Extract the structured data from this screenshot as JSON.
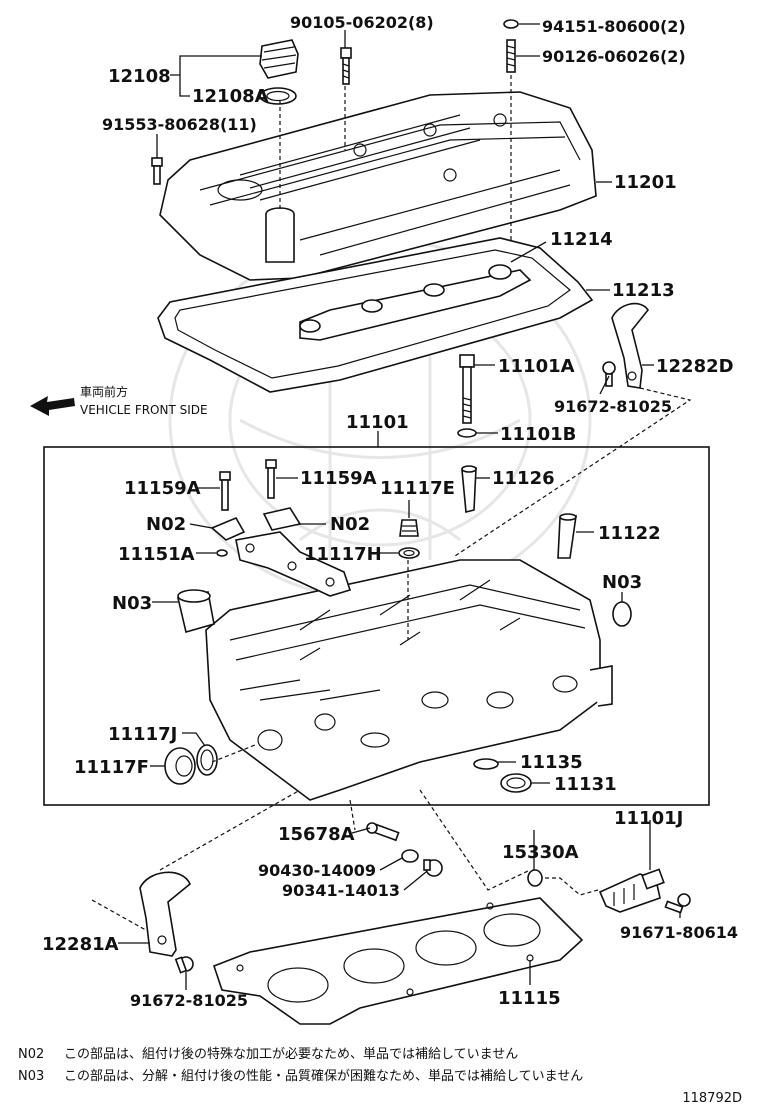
{
  "orientation": {
    "arrow_icon": "arrow-left-icon",
    "jp_label": "車両前方",
    "en_label": "VEHICLE FRONT SIDE"
  },
  "labels": {
    "p90105": "90105-06202(8)",
    "p94151": "94151-80600(2)",
    "p90126": "90126-06026(2)",
    "p12108": "12108",
    "p12108A": "12108A",
    "p91553": "91553-80628(11)",
    "p11201": "11201",
    "p11214": "11214",
    "p11213": "11213",
    "p11101A": "11101A",
    "p12282D": "12282D",
    "p91672_top": "91672-81025",
    "p11101B": "11101B",
    "p11101": "11101",
    "p11159A_left": "11159A",
    "p11159A_right": "11159A",
    "p11117E": "11117E",
    "p11126": "11126",
    "pN02_left": "N02",
    "pN02_right": "N02",
    "p11122": "11122",
    "p11151A": "11151A",
    "p11117H": "11117H",
    "pN03_right": "N03",
    "pN03_left": "N03",
    "p11117J": "11117J",
    "p11117F": "11117F",
    "p11135": "11135",
    "p11131": "11131",
    "p11101J": "11101J",
    "p15678A": "15678A",
    "p15330A": "15330A",
    "p90430": "90430-14009",
    "p90341": "90341-14013",
    "p12281A": "12281A",
    "p11115": "11115",
    "p91671": "91671-80614",
    "p91672_bottom": "91672-81025"
  },
  "notes": [
    {
      "code": "N02",
      "text": "この部品は、組付け後の特殊な加工が必要なため、単品では補給していません"
    },
    {
      "code": "N03",
      "text": "この部品は、分解・組付け後の性能・品質確保が困難なため、単品では補給していません"
    }
  ],
  "diagram_id": "118792D"
}
